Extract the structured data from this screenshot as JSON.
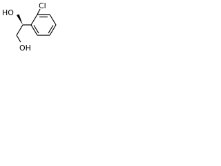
{
  "molecule": {
    "atoms": {
      "chlorine": "Cl",
      "hydroxyl_upper": "HO",
      "hydroxyl_lower": "OH"
    },
    "colors": {
      "bond": "#000000",
      "label": "#000000",
      "background": "#ffffff"
    }
  }
}
